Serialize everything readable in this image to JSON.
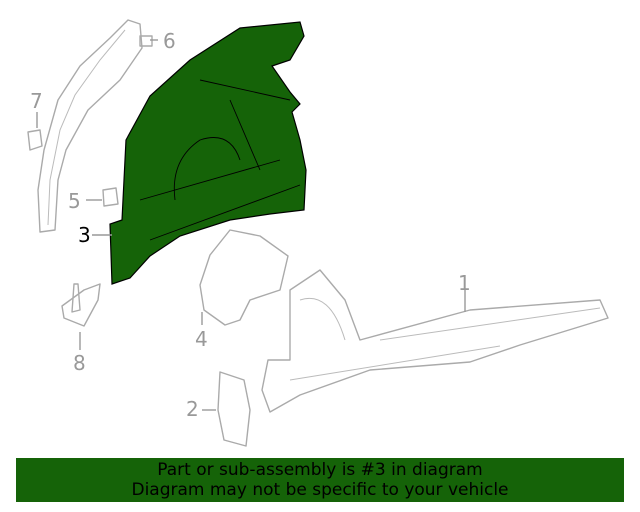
{
  "diagram": {
    "highlight_color": "#156308",
    "selected_part": "3",
    "callouts": [
      "1",
      "2",
      "3",
      "4",
      "5",
      "6",
      "7",
      "8"
    ]
  },
  "banner": {
    "line1": "Part or sub-assembly is #3 in diagram",
    "line2": "Diagram may not be specific to your vehicle"
  }
}
